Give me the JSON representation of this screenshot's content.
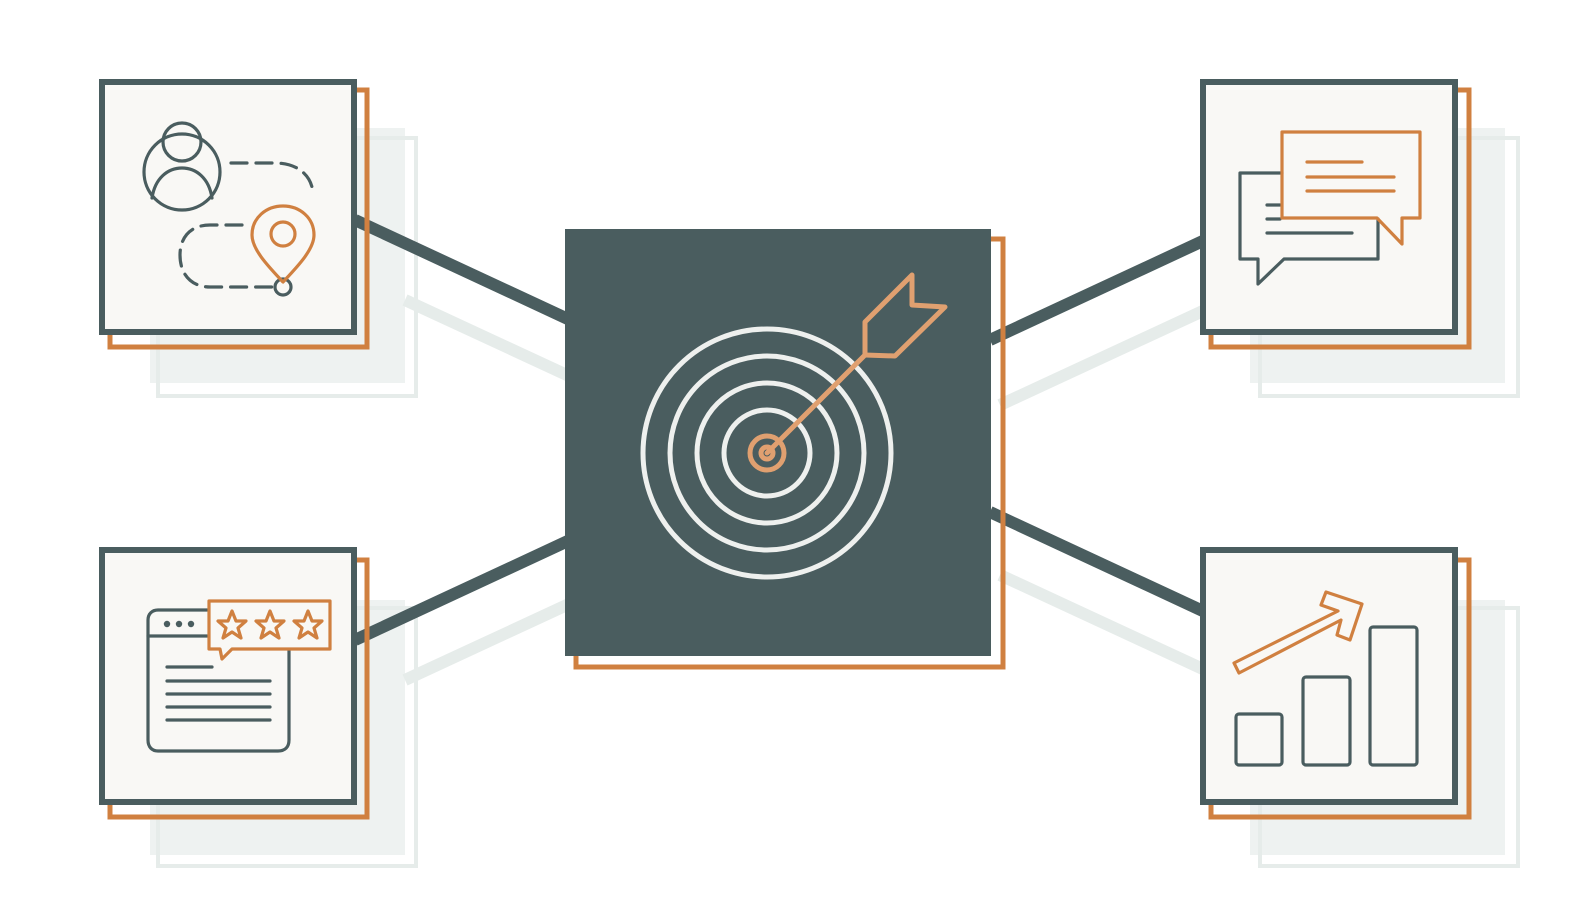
{
  "diagram": {
    "center": {
      "icon": "target-with-arrow-icon"
    },
    "nodes": [
      {
        "id": "top-left",
        "icon": "user-route-location-icon"
      },
      {
        "id": "bottom-left",
        "icon": "browser-review-stars-icon"
      },
      {
        "id": "top-right",
        "icon": "chat-bubbles-icon"
      },
      {
        "id": "bottom-right",
        "icon": "growth-bar-chart-icon"
      }
    ]
  },
  "colors": {
    "frame": "#4a5d5f",
    "accent": "#d08040",
    "center_fill": "#4a5d5f",
    "card_fill": "#f9f8f5",
    "shadow": "#e6ecea",
    "arrow": "#e0a070",
    "rings": "#eef0ee"
  }
}
